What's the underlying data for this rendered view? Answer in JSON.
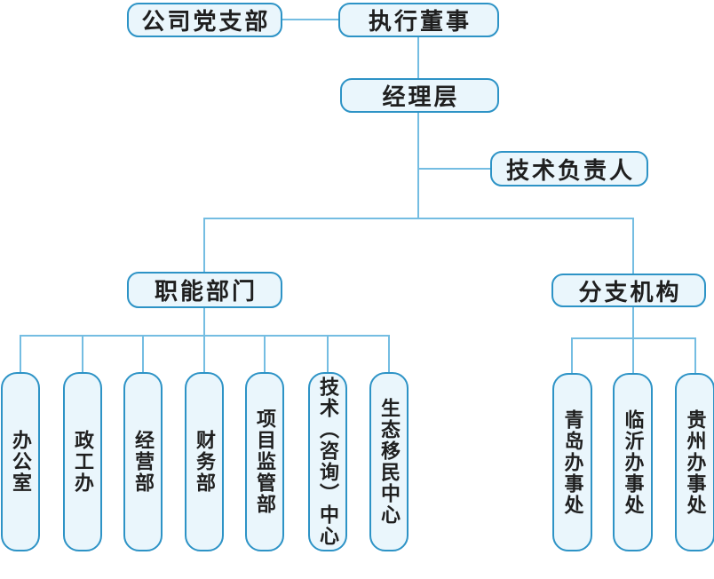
{
  "org_chart": {
    "nodes": {
      "party_branch": "公司党支部",
      "executive_director": "执行董事",
      "management_level": "经理层",
      "technical_lead": "技术负责人",
      "functional_departments": "职能部门",
      "branch_organizations": "分支机构",
      "departments": [
        "办公室",
        "政工办",
        "经营部",
        "财务部",
        "项目监管部",
        "技术（咨询）中心",
        "生态移民中心"
      ],
      "branch_offices": [
        "青岛办事处",
        "临沂办事处",
        "贵州办事处"
      ]
    },
    "colors": {
      "box_border": "#2d93c6",
      "box_fill": "#eaf6fc",
      "connector": "#74bde2",
      "text": "#1f1f1f"
    }
  }
}
